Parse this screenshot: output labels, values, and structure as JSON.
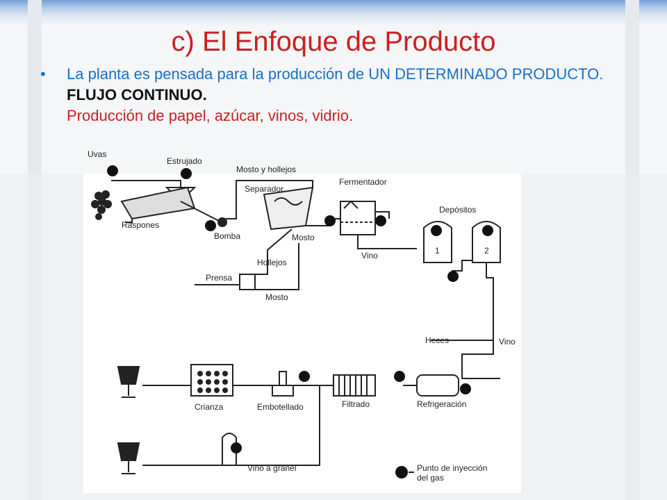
{
  "slide": {
    "title": "c) El Enfoque de Producto",
    "bullet": {
      "part1": "La planta es pensada para la producción de UN DETERMINADO PRODUCTO.",
      "part2": "FLUJO CONTINUO",
      "part3": ".",
      "part4": "Producción de papel, azúcar, vinos, vidrio."
    },
    "colors": {
      "title": "#cc1f1f",
      "text_blue": "#1a6fc4",
      "text_red": "#cc1f1f"
    }
  },
  "diagram": {
    "labels": {
      "uvas": "Uvas",
      "estrujado": "Estrujado",
      "mosto_hollejos": "Mosto y hollejos",
      "separador": "Separador",
      "fermentador": "Fermentador",
      "depositos": "Depósitos",
      "raspones": "Raspones",
      "bomba": "Bomba",
      "mosto1": "Mosto",
      "hollejos": "Hollejos",
      "vino1": "Vino",
      "prensa": "Prensa",
      "mosto2": "Mosto",
      "heces": "Heces",
      "vino2": "Vino",
      "crianza": "Crianza",
      "embotellado": "Embotellado",
      "filtrado": "Filtrado",
      "refrigeracion": "Refrigeración",
      "vino_granel": "Vino a granel",
      "legend1": "Punto de inyección",
      "legend2": "del gas",
      "dep1": "1",
      "dep2": "2"
    }
  }
}
